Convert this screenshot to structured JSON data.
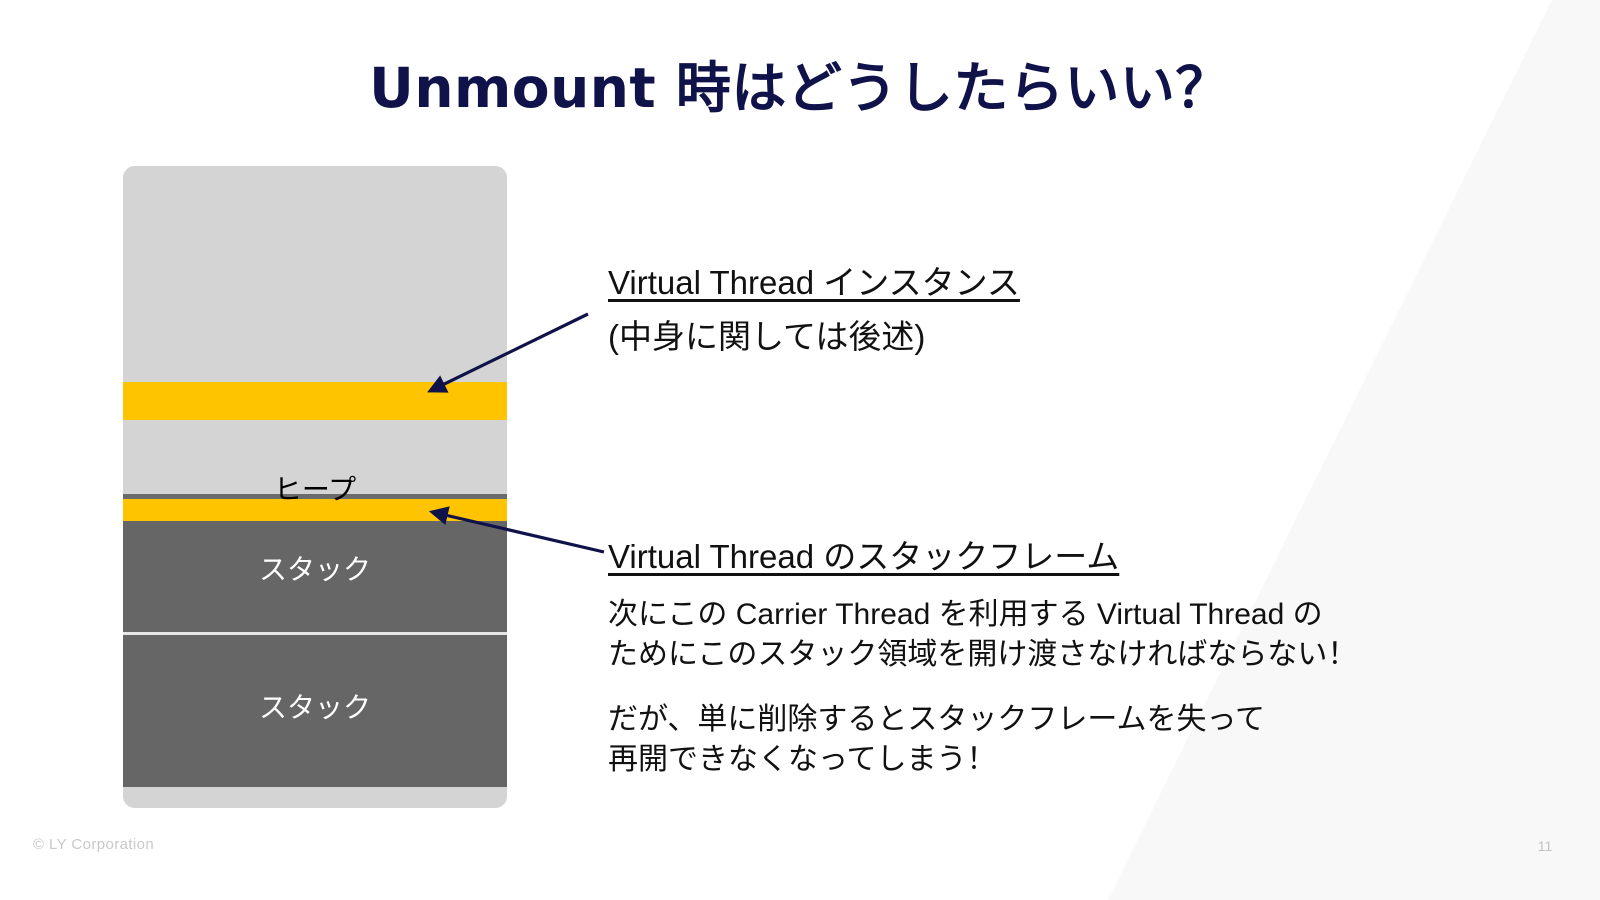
{
  "slide": {
    "title": "Unmount 時はどうしたらいい？",
    "title_color": "#10124a",
    "background_color": "#ffffff",
    "wedge_color": "#f8f8f8"
  },
  "diagram": {
    "name": "memory-layout",
    "heap_label": "ヒープ",
    "stack_label_1": "スタック",
    "stack_label_2": "スタック",
    "colors": {
      "heap": "#d4d4d4",
      "highlight": "#ffc400",
      "stack": "#666666",
      "divider": "#6b6b6b"
    },
    "bands": [
      {
        "id": "heap",
        "label": "ヒープ",
        "color": "#d4d4d4"
      },
      {
        "id": "vt-instance",
        "label": "",
        "color": "#ffc400"
      },
      {
        "id": "heap-lower",
        "label": "",
        "color": "#d4d4d4"
      },
      {
        "id": "vt-frame",
        "label": "",
        "color": "#ffc400"
      },
      {
        "id": "stack-1",
        "label": "スタック",
        "color": "#666666"
      },
      {
        "id": "stack-2",
        "label": "スタック",
        "color": "#666666"
      }
    ]
  },
  "callouts": {
    "instance": {
      "heading": "Virtual Thread インスタンス",
      "sub": "(中身に関しては後述)"
    },
    "frame": {
      "heading": "Virtual Thread のスタックフレーム",
      "para1_line1": "次にこの Carrier Thread を利用する Virtual Thread の",
      "para1_line2": "ためにこのスタック領域を開け渡さなければならない！",
      "para2_line1": "だが、単に削除するとスタックフレームを失って",
      "para2_line2": "再開できなくなってしまう！"
    }
  },
  "arrows": {
    "instance_arrow_color": "#10124a",
    "frame_arrow_color": "#10124a"
  },
  "footer": {
    "copyright": "© LY Corporation",
    "page_number": "11"
  }
}
